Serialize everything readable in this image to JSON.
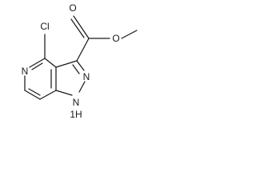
{
  "structure": {
    "atoms": {
      "cl": "Cl",
      "o_carbonyl": "O",
      "o_ester": "O",
      "n_pyridine": "N",
      "n_pyrazole": "N",
      "nh_pyrazole": "N",
      "h_on_n": "H",
      "h_prefix": "1"
    }
  },
  "colors": {
    "ink": "#1a1a1a",
    "background": "#ffffff"
  }
}
